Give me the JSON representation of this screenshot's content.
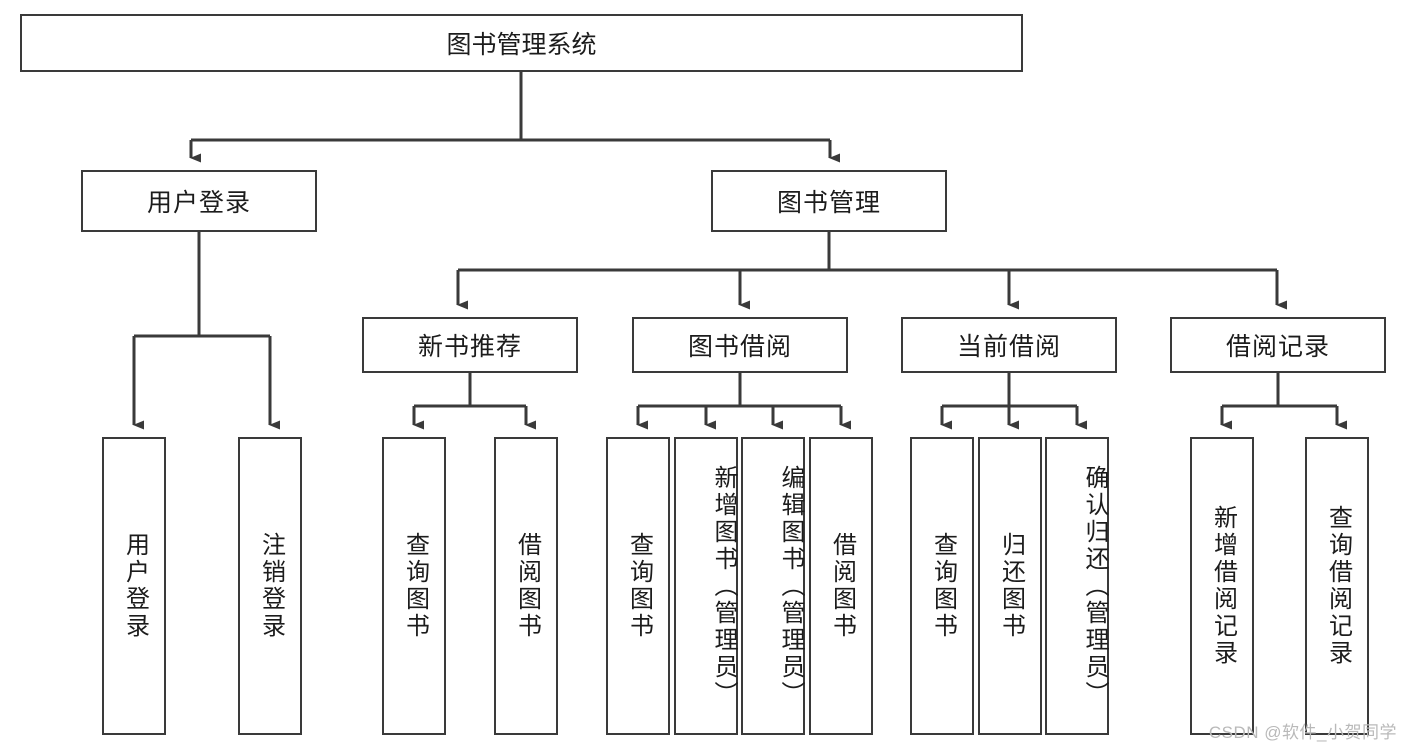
{
  "diagram": {
    "type": "hierarchy-tree",
    "title": "图书管理系统",
    "watermark": "CSDN @软件_小贺同学",
    "root": {
      "label": "图书管理系统"
    },
    "level2": [
      {
        "id": "user-login",
        "label": "用户登录"
      },
      {
        "id": "book-management",
        "label": "图书管理"
      }
    ],
    "level3": [
      {
        "id": "new-book-recommend",
        "label": "新书推荐",
        "parent": "book-management"
      },
      {
        "id": "book-borrow",
        "label": "图书借阅",
        "parent": "book-management"
      },
      {
        "id": "current-borrow",
        "label": "当前借阅",
        "parent": "book-management"
      },
      {
        "id": "borrow-record",
        "label": "借阅记录",
        "parent": "book-management"
      }
    ],
    "leaves": {
      "user_login": [
        {
          "id": "leaf-user-login",
          "label": "用户登录"
        },
        {
          "id": "leaf-logout-login",
          "label": "注销登录"
        }
      ],
      "new_book_recommend": [
        {
          "id": "leaf-query-book-1",
          "label": "查询图书"
        },
        {
          "id": "leaf-borrow-book-1",
          "label": "借阅图书"
        }
      ],
      "book_borrow": [
        {
          "id": "leaf-query-book-2",
          "label": "查询图书"
        },
        {
          "id": "leaf-add-book",
          "label": "新增图书（管理员）"
        },
        {
          "id": "leaf-edit-book",
          "label": "编辑图书（管理员）"
        },
        {
          "id": "leaf-borrow-book-2",
          "label": "借阅图书"
        }
      ],
      "current_borrow": [
        {
          "id": "leaf-query-book-3",
          "label": "查询图书"
        },
        {
          "id": "leaf-return-book",
          "label": "归还图书"
        },
        {
          "id": "leaf-confirm-return",
          "label": "确认归还（管理员）"
        }
      ],
      "borrow_record": [
        {
          "id": "leaf-add-record",
          "label": "新增借阅记录"
        },
        {
          "id": "leaf-query-record",
          "label": "查询借阅记录"
        }
      ]
    },
    "colors": {
      "border": "#3a3a3a",
      "background": "#ffffff",
      "text": "#1c1c1c",
      "watermark": "#b9b9b9"
    }
  }
}
